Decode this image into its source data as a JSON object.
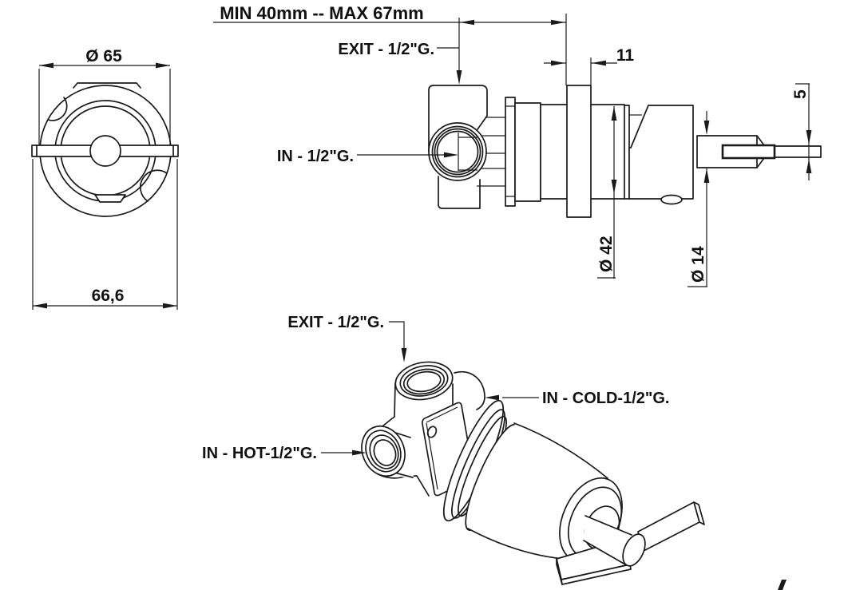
{
  "drawing": {
    "background_color": "#ffffff",
    "line_color": "#1a1a1a",
    "views": {
      "front": {
        "diameter": "Ø 65",
        "handle_width": "66,6"
      },
      "side": {
        "installation_depth": "MIN 40mm -- MAX 67mm",
        "exit_port": "EXIT - 1/2\"G.",
        "inlet_port": "IN - 1/2\"G.",
        "wall_plate_thickness": "11",
        "body_diameter": "Ø 42",
        "stem_diameter": "Ø 14",
        "handle_bar_thickness": "5"
      },
      "isometric": {
        "exit_port": "EXIT - 1/2\"G.",
        "cold_inlet": "IN - COLD-1/2\"G.",
        "hot_inlet": "IN - HOT-1/2\"G."
      }
    }
  }
}
